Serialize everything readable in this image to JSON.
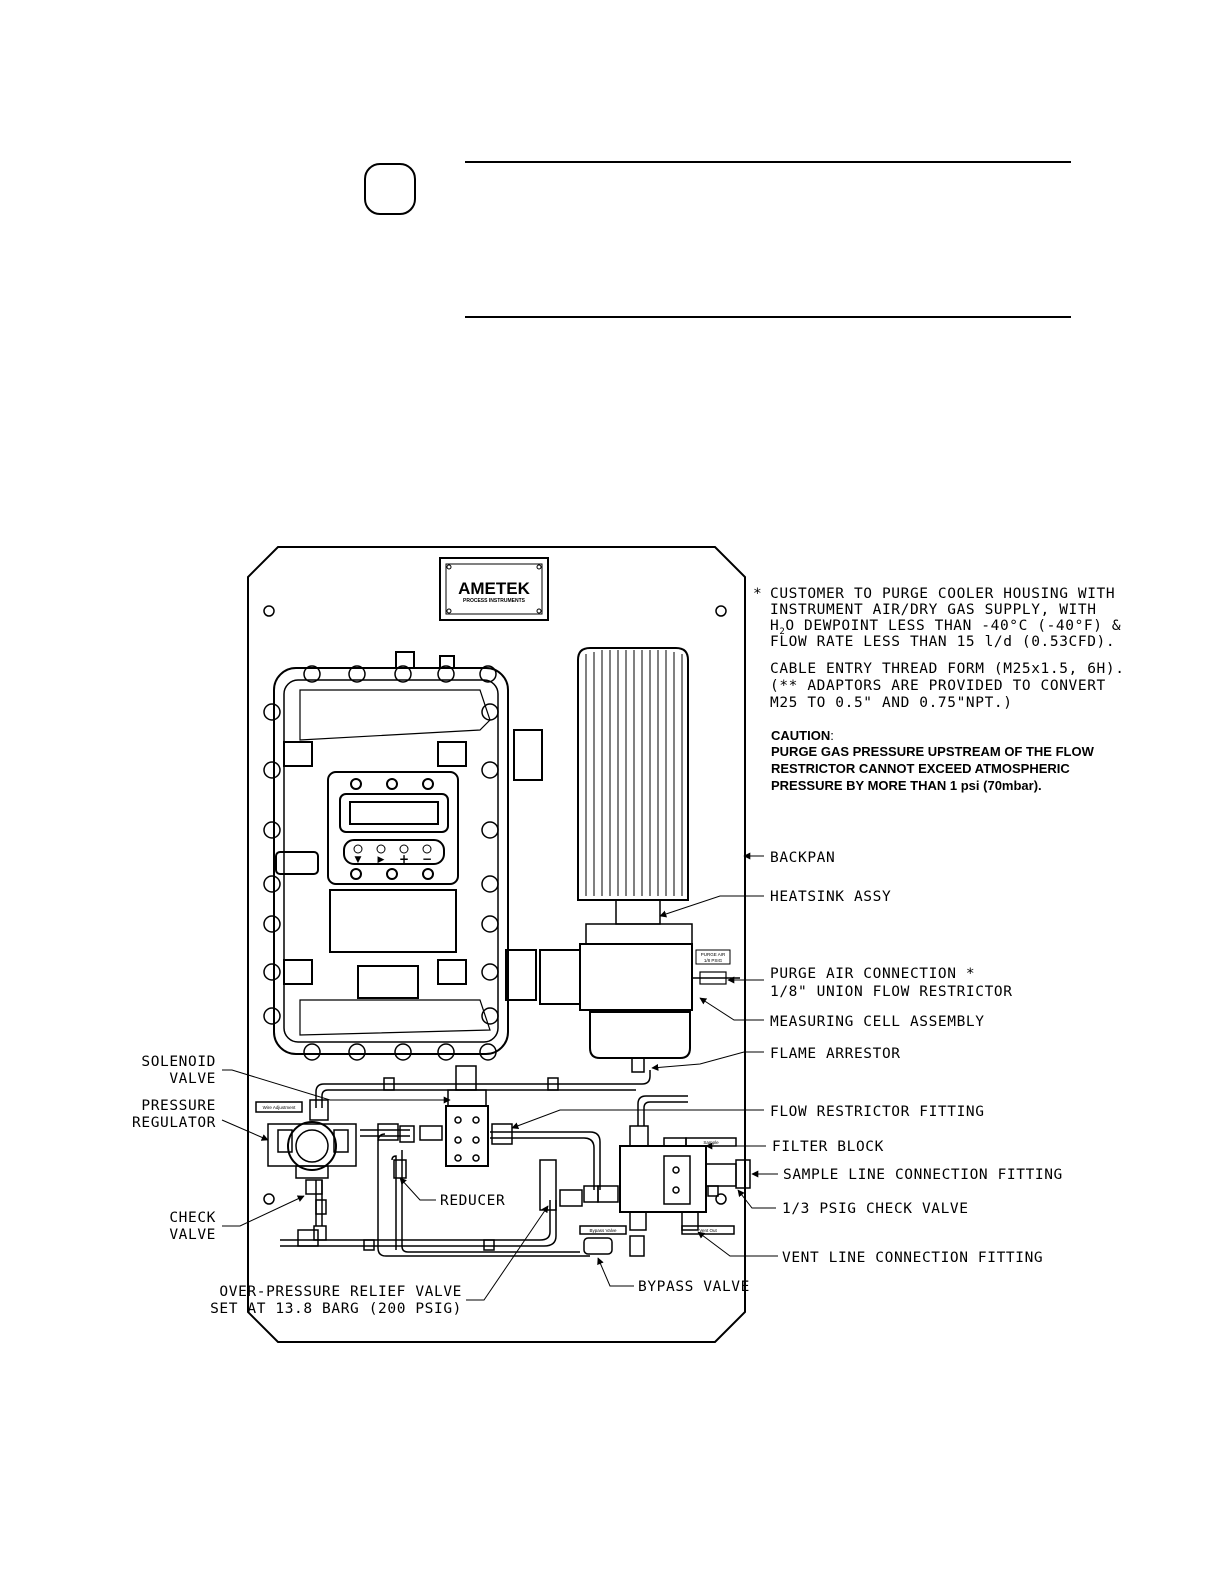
{
  "brand": {
    "name": "AMETEK",
    "tagline": "PROCESS INSTRUMENTS"
  },
  "notes": {
    "line1": "CUSTOMER TO PURGE COOLER HOUSING WITH",
    "line2": "INSTRUMENT AIR/DRY GAS SUPPLY, WITH",
    "line3_prefix": "H",
    "line3_sub": "2",
    "line3_rest": "O DEWPOINT LESS THAN -40°C (-40°F) &",
    "line4": "FLOW RATE LESS THAN 15 l/d (0.53CFD).",
    "line5": "CABLE ENTRY THREAD FORM (M25x1.5, 6H).",
    "line6": "(** ADAPTORS ARE PROVIDED TO CONVERT",
    "line7": "M25 TO 0.5\" AND 0.75\"NPT.)",
    "asterisk": "*"
  },
  "caution": {
    "title": "CAUTION",
    "colon": ":",
    "line1": "PURGE GAS PRESSURE UPSTREAM OF THE FLOW",
    "line2": "RESTRICTOR CANNOT EXCEED ATMOSPHERIC",
    "line3": "PRESSURE BY MORE THAN 1 psi (70mbar)."
  },
  "labels": {
    "backpan": "BACKPAN",
    "heatsink": "HEATSINK ASSY",
    "purge_air_1": "PURGE AIR CONNECTION *",
    "purge_air_2": "1/8\" UNION FLOW RESTRICTOR",
    "measuring_cell": "MEASURING CELL ASSEMBLY",
    "flame_arrestor": "FLAME ARRESTOR",
    "flow_restrictor": "FLOW RESTRICTOR FITTING",
    "filter_block": "FILTER BLOCK",
    "sample_line": "SAMPLE LINE CONNECTION FITTING",
    "check_valve_13": "1/3 PSIG CHECK VALVE",
    "vent_line": "VENT LINE CONNECTION FITTING",
    "bypass_valve": "BYPASS VALVE",
    "relief_1": "OVER-PRESSURE RELIEF VALVE",
    "relief_2": "SET AT 13.8 BARG (200 PSIG)",
    "reducer": "REDUCER",
    "solenoid_1": "SOLENOID",
    "solenoid_2": "VALVE",
    "pressure_1": "PRESSURE",
    "pressure_2": "REGULATOR",
    "check_1": "CHECK",
    "check_2": "VALVE"
  },
  "tags": {
    "purge_tag_1": "PURGE AIR",
    "purge_tag_2": "1/8 PSIG",
    "sample_in": "Sample",
    "bypass_tag": "Bypass Valve",
    "vent_out": "Vent Out",
    "reg_tag": "Wire Adjustment"
  },
  "keypad": {
    "down": "▼",
    "right": "▶",
    "plus": "+",
    "minus": "−"
  }
}
